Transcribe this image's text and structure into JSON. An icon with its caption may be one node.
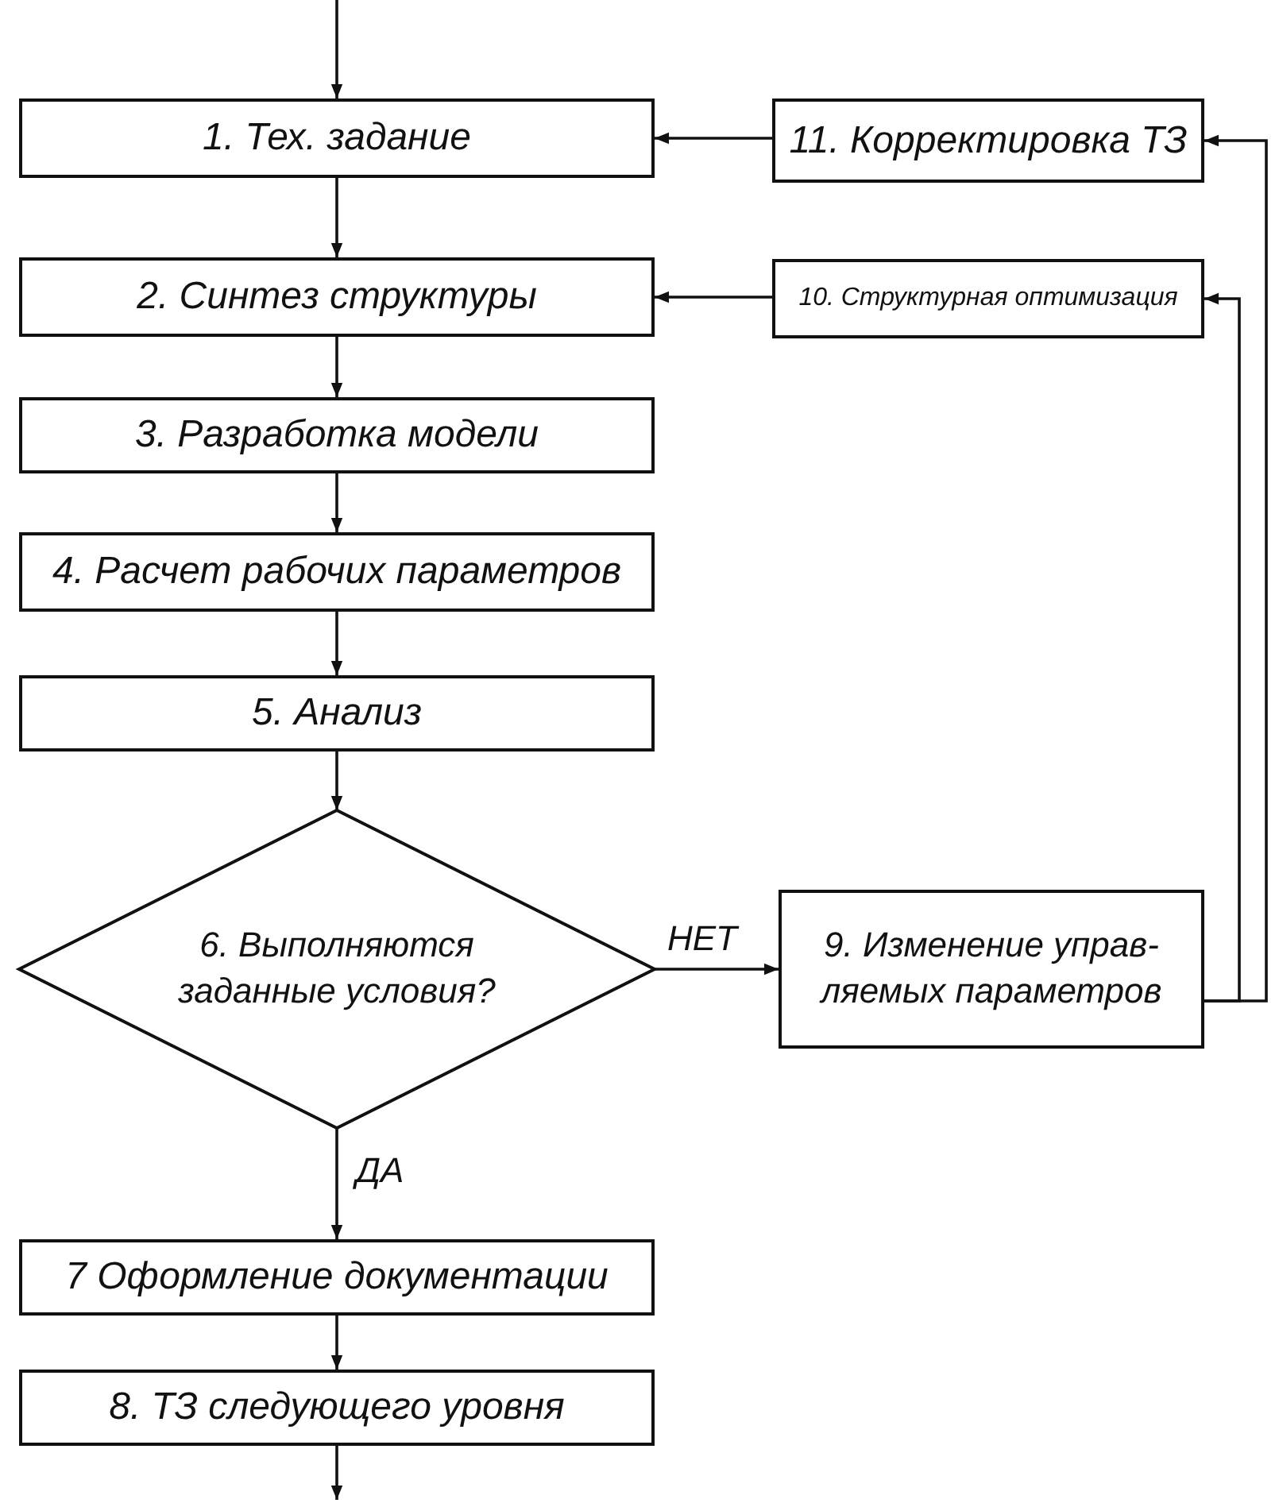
{
  "diagram": {
    "nodes": [
      {
        "text": [
          "1. Тех. задание"
        ]
      },
      {
        "text": [
          "2. Синтез структуры"
        ]
      },
      {
        "text": [
          "3. Разработка модели"
        ]
      },
      {
        "text": [
          "4. Расчет рабочих параметров"
        ]
      },
      {
        "text": [
          "5. Анализ"
        ]
      },
      {
        "text": [
          "6. Выполняются заданные условия?"
        ]
      },
      {
        "text": [
          "7 Оформление документации"
        ]
      },
      {
        "text": [
          "8. ТЗ следующего уровня"
        ]
      },
      {
        "text": [
          "9. Изменение управ- ляемых параметров"
        ]
      },
      {
        "text": [
          "10. Структурная оптимизация"
        ]
      },
      {
        "text": [
          "11. Корректировка ТЗ"
        ]
      }
    ],
    "edges": [
      {
        "from": null,
        "to": 0,
        "arrow": "to"
      },
      {
        "from": 0,
        "to": 1,
        "arrow": "to"
      },
      {
        "from": 1,
        "to": 2,
        "arrow": "to"
      },
      {
        "from": 2,
        "to": 3,
        "arrow": "to"
      },
      {
        "from": 3,
        "to": 4,
        "arrow": "to"
      },
      {
        "from": 4,
        "to": 5,
        "arrow": "to"
      },
      {
        "from": 5,
        "to": 8,
        "arrow": "to",
        "label": "НЕТ"
      },
      {
        "from": 5,
        "to": 6,
        "arrow": "to",
        "label": "ДА"
      },
      {
        "from": 6,
        "to": 7,
        "arrow": "to"
      },
      {
        "from": 7,
        "to": null,
        "arrow": "to"
      },
      {
        "from": 8,
        "to": 10,
        "arrow": "to"
      },
      {
        "from": 8,
        "to": 9,
        "arrow": "to"
      },
      {
        "from": 10,
        "to": 0,
        "arrow": "to"
      },
      {
        "from": 9,
        "to": 1,
        "arrow": "to"
      }
    ]
  }
}
